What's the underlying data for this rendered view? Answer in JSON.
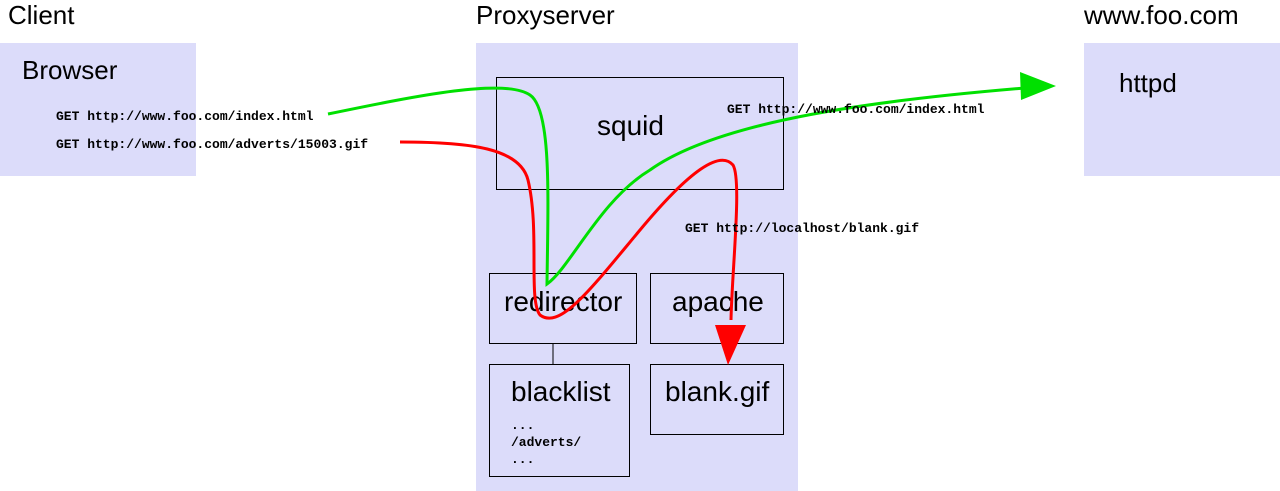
{
  "regions": {
    "client": "Client",
    "proxy": "Proxyserver",
    "server": "www.foo.com"
  },
  "client": {
    "browser_label": "Browser",
    "request_index": "GET http://www.foo.com/index.html",
    "request_advert": "GET http://www.foo.com/adverts/15003.gif"
  },
  "proxy": {
    "squid_label": "squid",
    "redirector_label": "redirector",
    "apache_label": "apache",
    "blacklist_label": "blacklist",
    "blacklist_entries": [
      "...",
      "/adverts/",
      "..."
    ],
    "blankgif_label": "blank.gif",
    "forward_request": "GET http://www.foo.com/index.html",
    "local_request": "GET http://localhost/blank.gif"
  },
  "server": {
    "httpd_label": "httpd"
  },
  "colors": {
    "panel_fill": "#dcdcfa",
    "allowed_path": "#00e000",
    "blocked_path": "#ff0000"
  }
}
